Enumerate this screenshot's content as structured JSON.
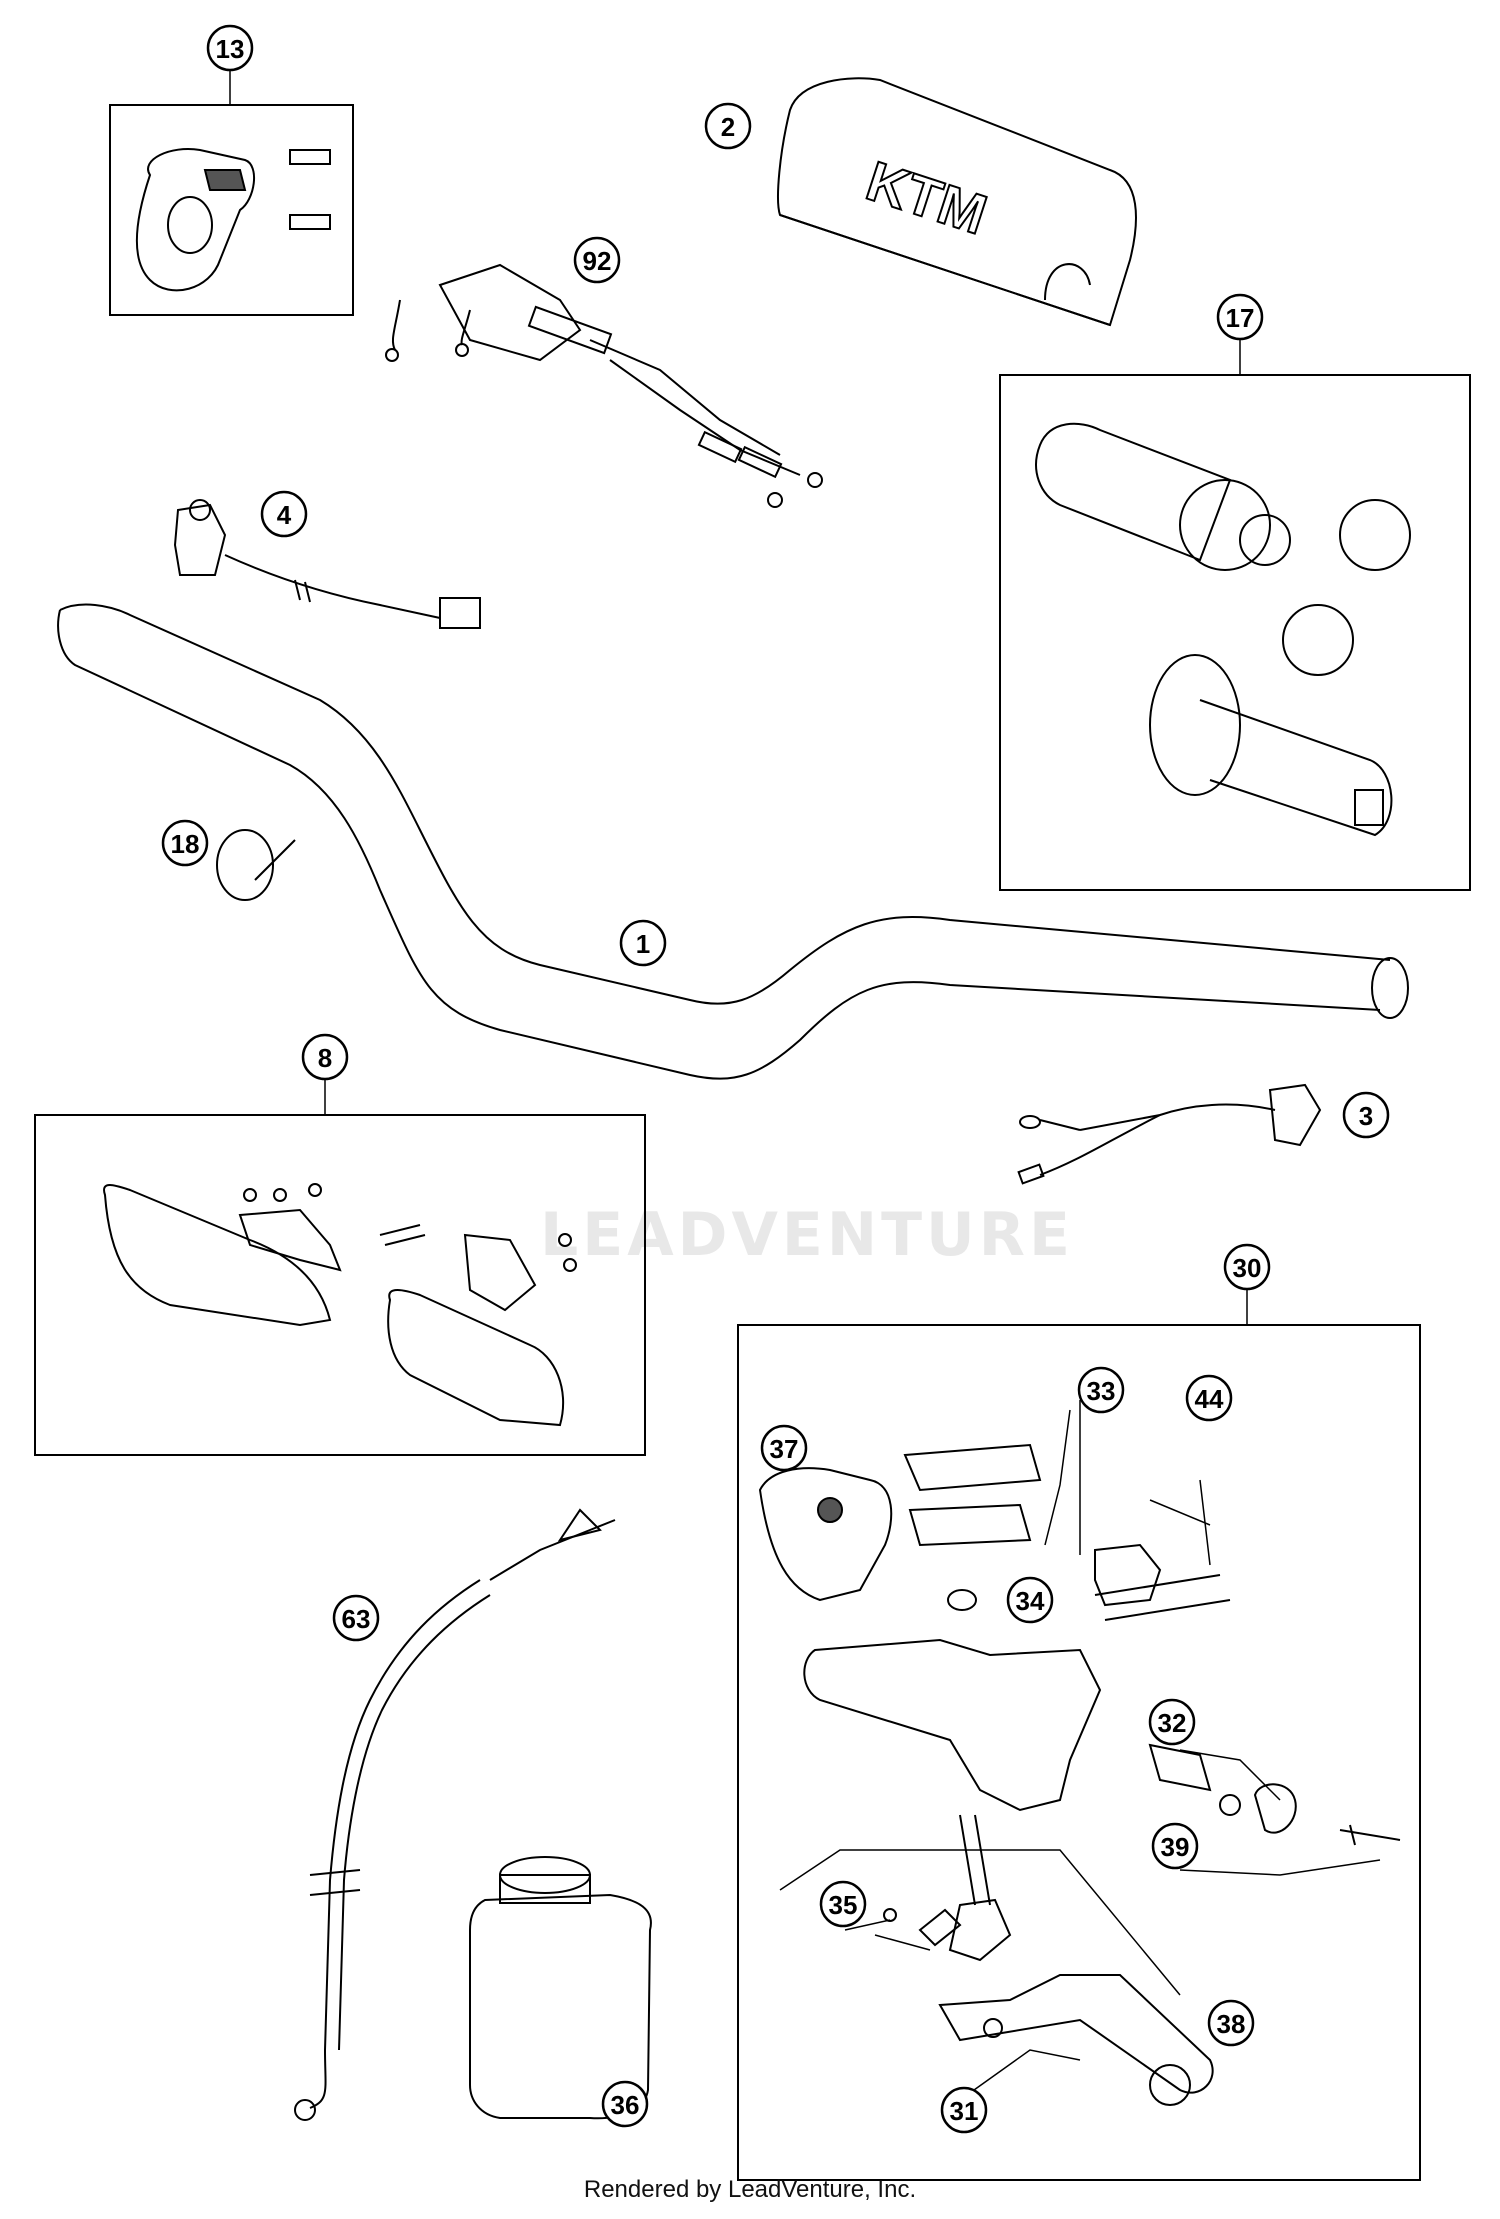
{
  "callouts": [
    {
      "id": "c13",
      "label": "13"
    },
    {
      "id": "c2",
      "label": "2"
    },
    {
      "id": "c92",
      "label": "92"
    },
    {
      "id": "c17",
      "label": "17"
    },
    {
      "id": "c4",
      "label": "4"
    },
    {
      "id": "c18",
      "label": "18"
    },
    {
      "id": "c1",
      "label": "1"
    },
    {
      "id": "c8",
      "label": "8"
    },
    {
      "id": "c3",
      "label": "3"
    },
    {
      "id": "c30",
      "label": "30"
    },
    {
      "id": "c33",
      "label": "33"
    },
    {
      "id": "c44",
      "label": "44"
    },
    {
      "id": "c37",
      "label": "37"
    },
    {
      "id": "c34",
      "label": "34"
    },
    {
      "id": "c63",
      "label": "63"
    },
    {
      "id": "c32",
      "label": "32"
    },
    {
      "id": "c39",
      "label": "39"
    },
    {
      "id": "c35",
      "label": "35"
    },
    {
      "id": "c38",
      "label": "38"
    },
    {
      "id": "c36",
      "label": "36"
    },
    {
      "id": "c31",
      "label": "31"
    }
  ],
  "bar_pad_logo": "KTM",
  "watermark": "LEADVENTURE",
  "footer": "Rendered by LeadVenture, Inc."
}
